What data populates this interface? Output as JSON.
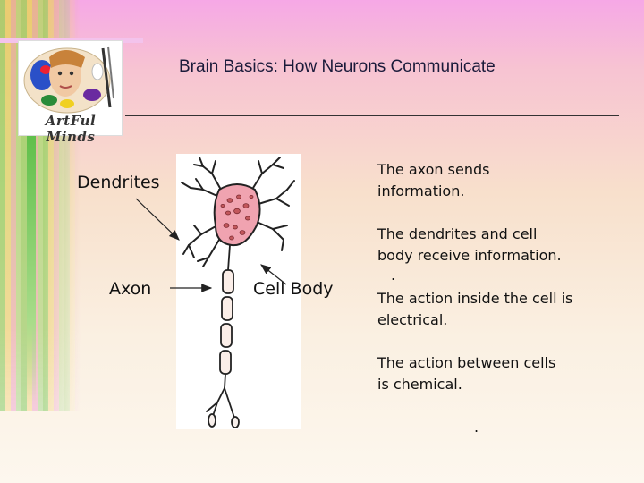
{
  "slide": {
    "title": "Brain Basics: How Neurons Communicate",
    "logo_text": "ArtFul Minds"
  },
  "diagram": {
    "labels": {
      "dendrites": "Dendrites",
      "axon": "Axon",
      "cell_body": "Cell Body"
    }
  },
  "notes": [
    "The axon sends\n information.",
    "The dendrites and cell\nbody receive information.",
    ".",
    "The action inside the cell is\nelectrical.",
    "The action between cells\nis chemical.",
    "."
  ],
  "colors": {
    "cell_body": "#f0a3b0",
    "title_text": "#1a1a3a",
    "accent_pink": "#f6a8e6"
  }
}
